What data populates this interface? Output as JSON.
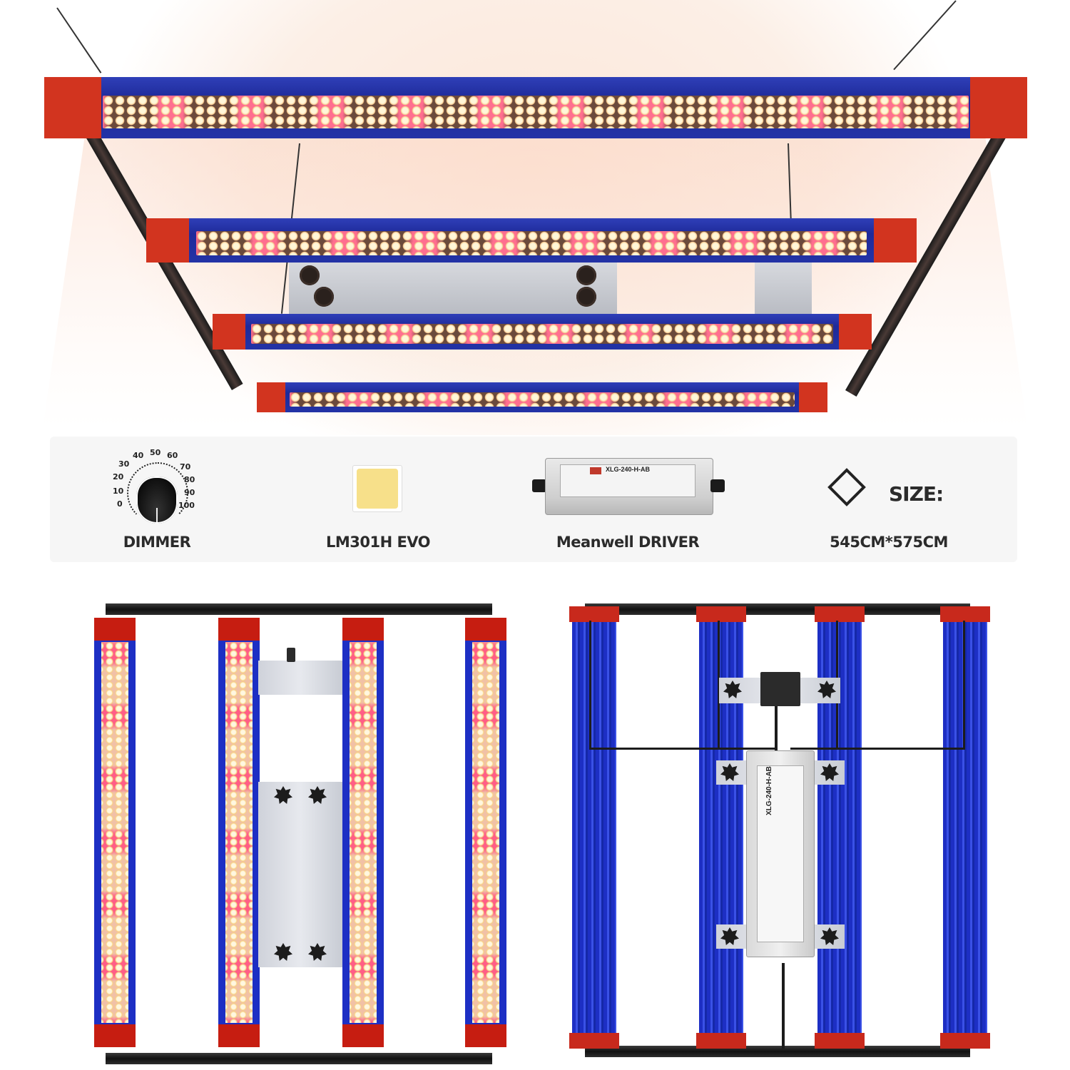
{
  "product": {
    "description": "Four-bar LED grow light with red end caps and blue aluminum bars, shown in perspective, front and back views"
  },
  "colors": {
    "bar_blue": "#1d2fc4",
    "cap_red": "#c61d11",
    "frame_black": "#1b1b1b",
    "led_warm": "#f8cf7e",
    "led_red": "#ff5e86",
    "glow": "#fde7da"
  },
  "hero": {
    "bar_count": 4,
    "view": "perspective-hanging"
  },
  "features": [
    {
      "id": "dimmer",
      "icon": "dimmer-knob-icon",
      "label": "DIMMER",
      "scale": [
        "0",
        "10",
        "20",
        "30",
        "40",
        "50",
        "60",
        "70",
        "80",
        "90",
        "100"
      ]
    },
    {
      "id": "led",
      "icon": "led-chip-icon",
      "label": "LM301H  EVO"
    },
    {
      "id": "driver",
      "icon": "driver-icon",
      "label": "Meanwell DRIVER",
      "model": "XLG-240-H-AB"
    },
    {
      "id": "size",
      "icon": "dimension-icon",
      "title": "SIZE:",
      "label": "545CM*575CM"
    }
  ],
  "views": {
    "front": {
      "bar_count": 4
    },
    "back": {
      "bar_count": 4,
      "driver_model": "XLG-240-H-AB"
    }
  }
}
